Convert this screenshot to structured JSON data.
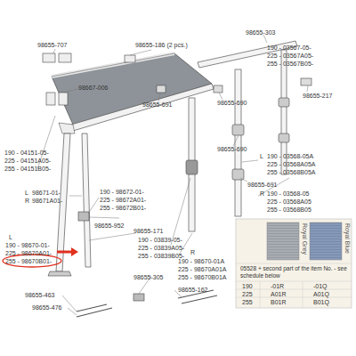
{
  "diagram": {
    "labels": [
      "98655-707",
      "98667-006",
      "98655-186 (2 pcs.)",
      "98655-303",
      "190 - 03567-05-",
      "225 - 03567A05-",
      "255 - 03567B05-",
      "98655-217",
      "98655-691",
      "98655-690",
      "98655-690",
      "L",
      "190 - 03568-05A",
      "225 - 03568A05A",
      "255 - 03568B05A",
      "98655-691",
      "R",
      "190 - 03568-05",
      "225 - 03568A05",
      "255 - 03568B05",
      "190 - 04151-05-",
      "225 - 04151A05-",
      "255 - 04151B05-",
      "L",
      "98671-01-",
      "R",
      "98671A01-",
      "190 - 98672-01-",
      "225 - 98672A01-",
      "255 - 98672B01-",
      "98655-952",
      "98655-171",
      "190 - 03839-05-",
      "225 - 03839A05-",
      "255 - 03839B05-",
      "L",
      "190 - 98670-01-",
      "225 - 98670A01-",
      "255 - 98670B01-",
      "R",
      "190 - 98670-01A",
      "225 - 98670A01A",
      "255 - 98670B01A",
      "98655-305",
      "98655-162",
      "98655-463",
      "98655-476",
      "Royal Grey",
      "Royal Blue",
      "05528 + second part of the item No. - see schedule below",
      "190",
      "-01R",
      "-01Q",
      "225",
      "A01R",
      "A01Q",
      "255",
      "B01R",
      "B01Q"
    ]
  }
}
